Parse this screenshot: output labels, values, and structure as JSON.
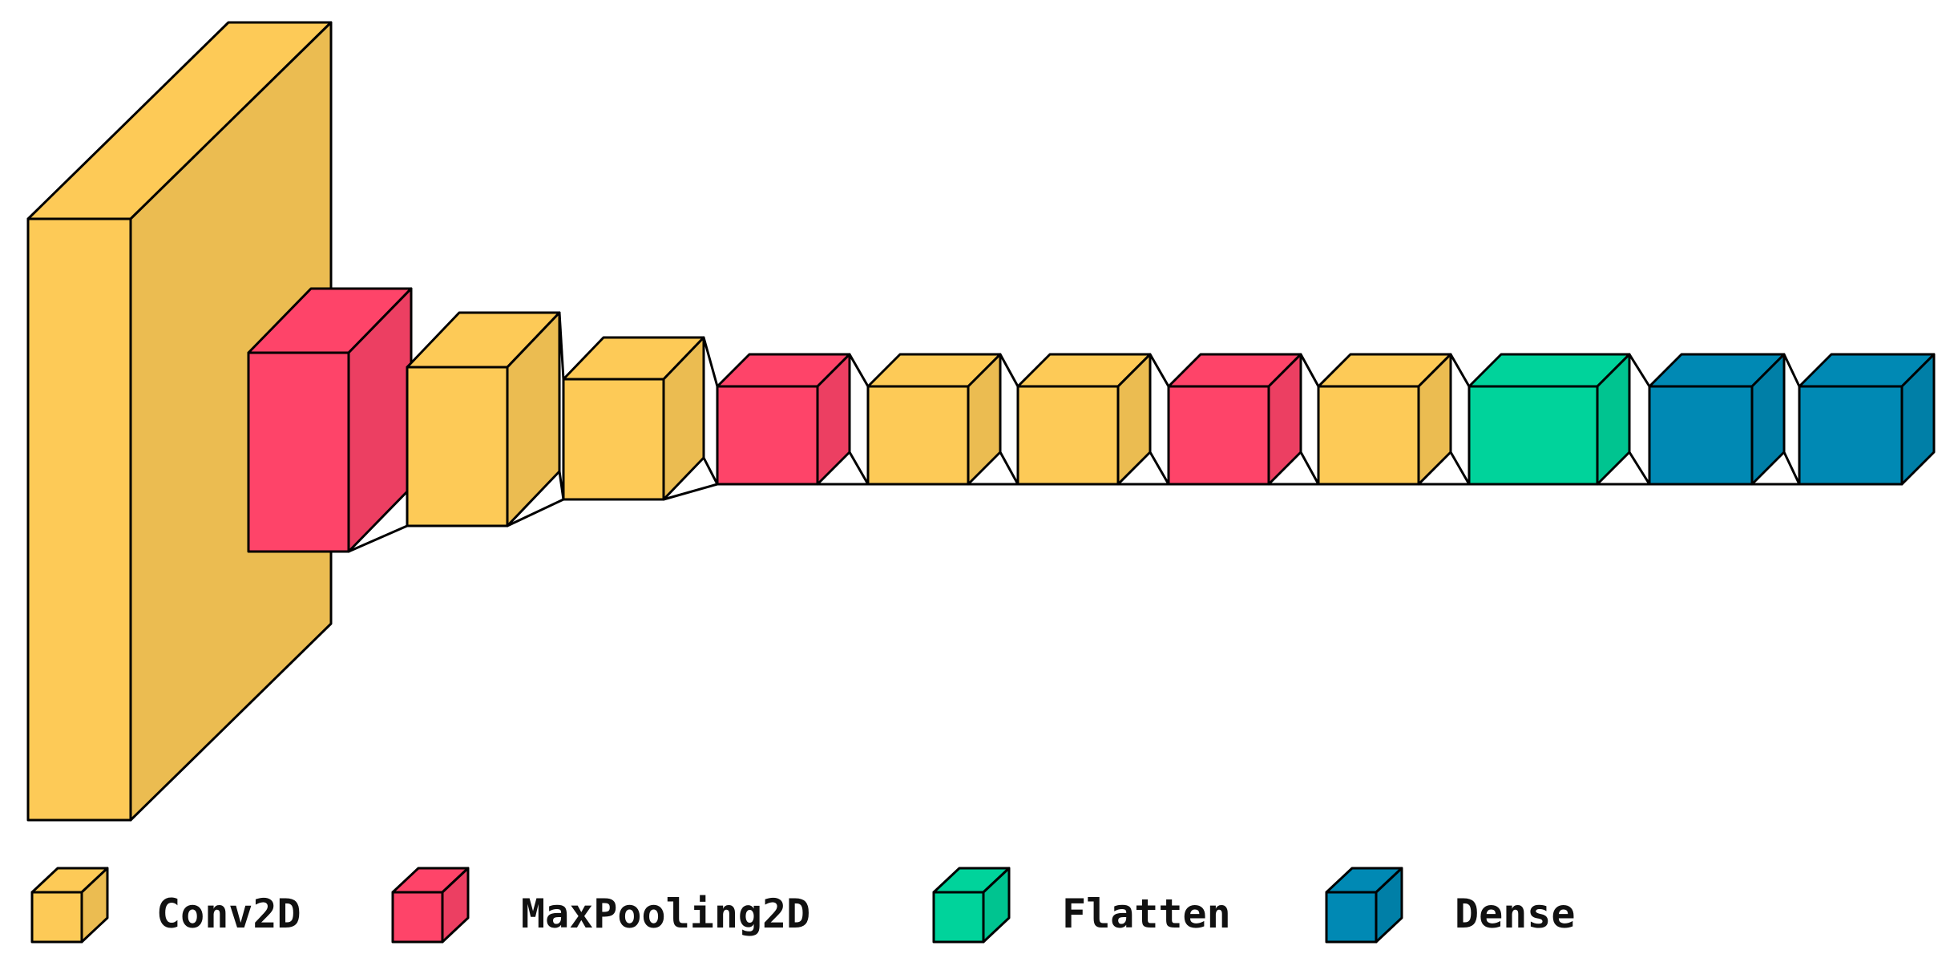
{
  "colors": {
    "conv2d": "#fdca57",
    "maxpooling2d": "#fe4469",
    "flatten": "#00d39b",
    "dense": "#0089b4",
    "outline": "#000000"
  },
  "layers": [
    {
      "type": "Conv2D"
    },
    {
      "type": "MaxPooling2D"
    },
    {
      "type": "Conv2D"
    },
    {
      "type": "Conv2D"
    },
    {
      "type": "MaxPooling2D"
    },
    {
      "type": "Conv2D"
    },
    {
      "type": "Conv2D"
    },
    {
      "type": "MaxPooling2D"
    },
    {
      "type": "Conv2D"
    },
    {
      "type": "Flatten"
    },
    {
      "type": "Dense"
    },
    {
      "type": "Dense"
    }
  ],
  "legend": [
    {
      "label": "Conv2D",
      "type": "Conv2D"
    },
    {
      "label": "MaxPooling2D",
      "type": "MaxPooling2D"
    },
    {
      "label": "Flatten",
      "type": "Flatten"
    },
    {
      "label": "Dense",
      "type": "Dense"
    }
  ]
}
